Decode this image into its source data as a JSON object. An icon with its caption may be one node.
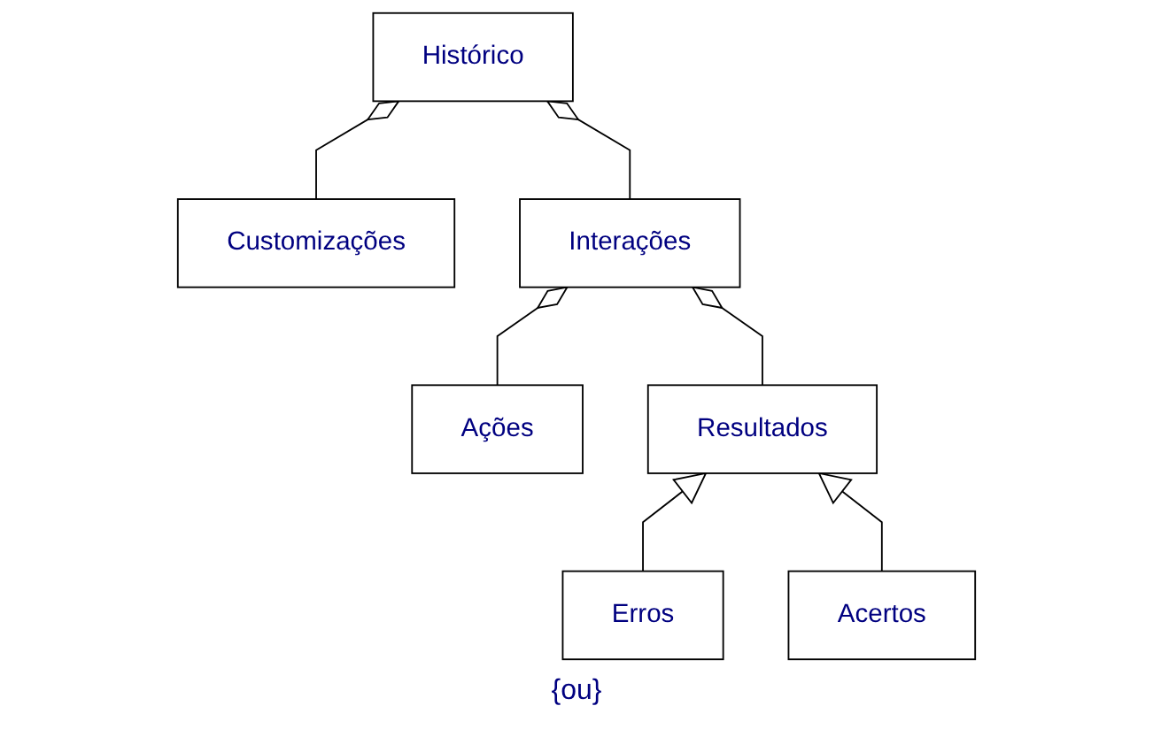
{
  "diagram": {
    "nodes": [
      {
        "text": [
          "Histórico"
        ]
      },
      {
        "text": [
          "Customizações"
        ]
      },
      {
        "text": [
          "Interações"
        ]
      },
      {
        "text": [
          "Ações"
        ]
      },
      {
        "text": [
          "Resultados"
        ]
      },
      {
        "text": [
          "Erros"
        ]
      },
      {
        "text": [
          "Acertos"
        ]
      }
    ],
    "edges": [
      {
        "from": 1,
        "to": 0,
        "arrow": "other"
      },
      {
        "from": 2,
        "to": 0,
        "arrow": "other"
      },
      {
        "from": 3,
        "to": 2,
        "arrow": "other"
      },
      {
        "from": 4,
        "to": 2,
        "arrow": "other"
      },
      {
        "from": 5,
        "to": 4,
        "arrow": "to"
      },
      {
        "from": 6,
        "to": 4,
        "arrow": "to"
      }
    ],
    "labels": [
      "{ou}"
    ]
  }
}
